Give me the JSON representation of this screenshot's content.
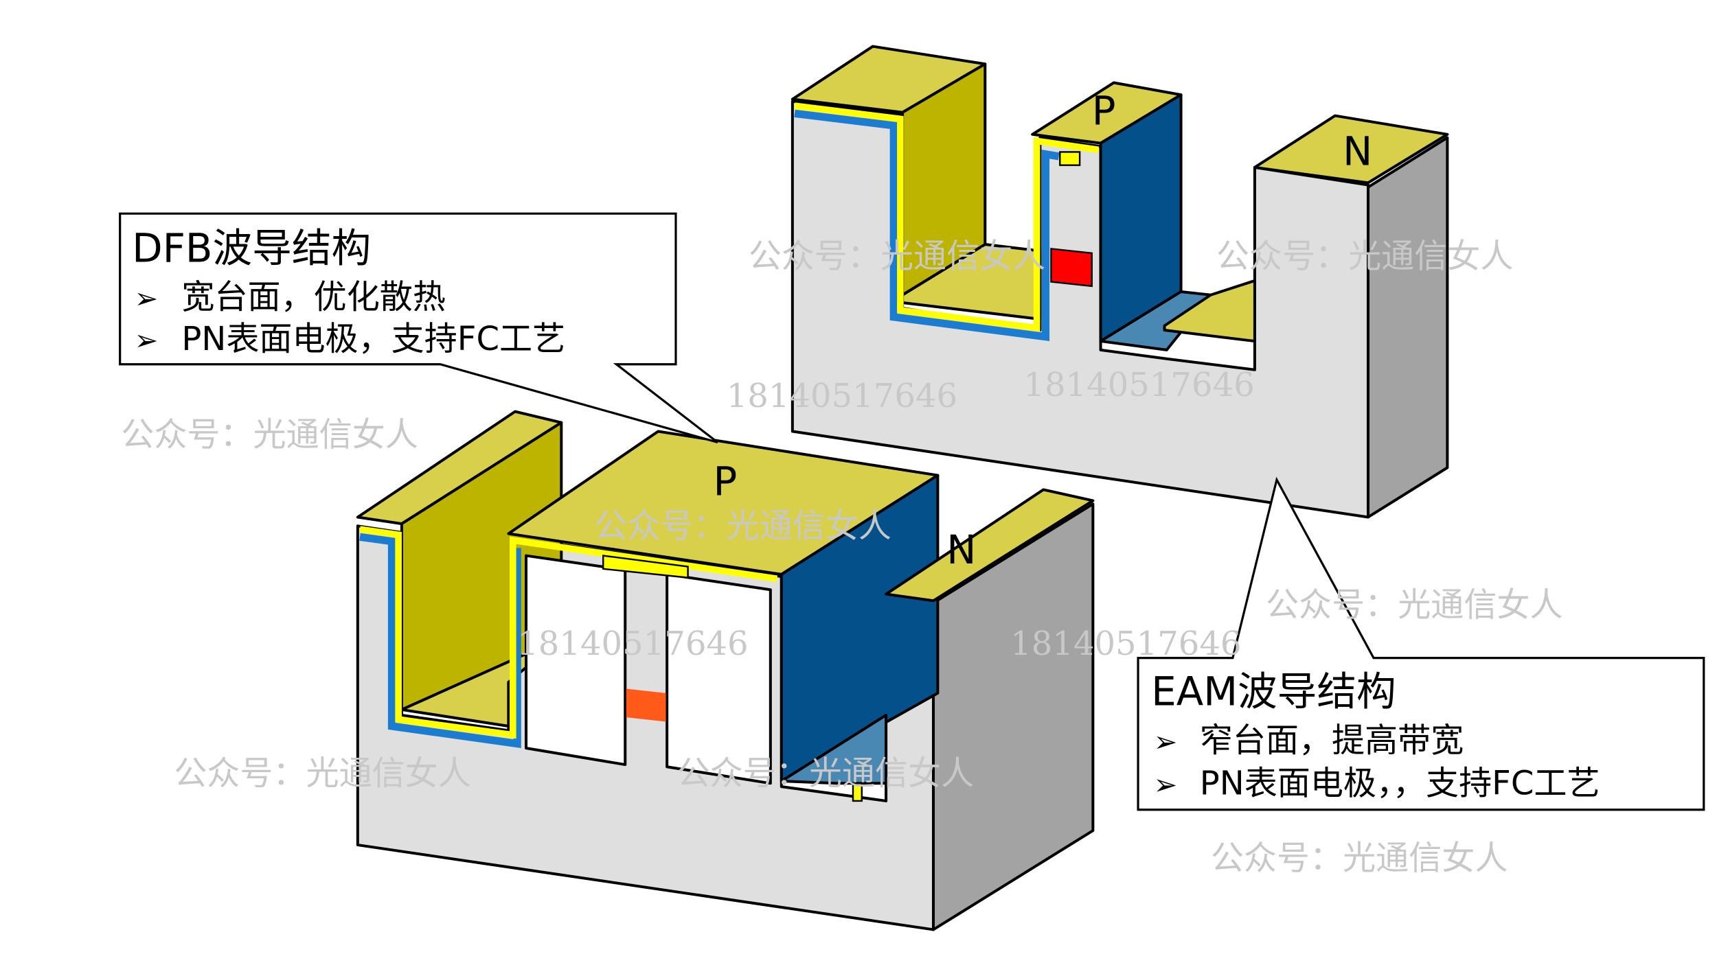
{
  "dfb_callout": {
    "title": "DFB波导结构",
    "bullet_1": "宽台面，优化散热",
    "bullet_2": "PN表面电极，支持FC工艺"
  },
  "eam_callout": {
    "title": "EAM波导结构",
    "bullet_1": "窄台面，提高带宽",
    "bullet_2": "PN表面电极，，支持FC工艺"
  },
  "labels": {
    "dfb_p": "P",
    "dfb_n": "N",
    "eam_p": "P",
    "eam_n": "N"
  },
  "watermarks": {
    "account": "公众号：光通信女人",
    "phone": "18140517646"
  },
  "colors": {
    "gold": "#d8d04a",
    "olive": "#bdb400",
    "yellow": "#ffff00",
    "blue": "#1c7cd0",
    "dark_blue": "#03508a",
    "steel_blue": "#4a88b4",
    "red": "#ff0000",
    "orange": "#ff5a1a",
    "light_gray": "#e0dfe0",
    "side_gray": "#a3a3a3"
  }
}
